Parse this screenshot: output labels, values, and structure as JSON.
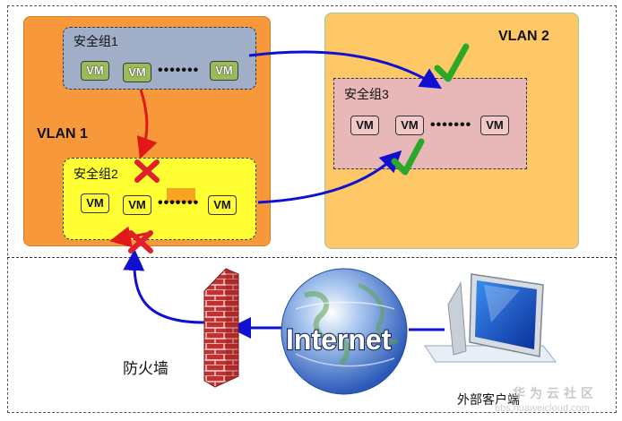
{
  "vlan1": {
    "label": "VLAN 1"
  },
  "vlan2": {
    "label": "VLAN 2"
  },
  "groups": {
    "sg1": {
      "label": "安全组1"
    },
    "sg2": {
      "label": "安全组2"
    },
    "sg3": {
      "label": "安全组3"
    }
  },
  "vm_label": "VM",
  "dots": "•••••••",
  "firewall": {
    "label": "防火墙"
  },
  "internet": {
    "label": "Internet"
  },
  "client": {
    "label": "外部客户端"
  },
  "watermark": {
    "text": "华为云社区",
    "url": "bbs.huaweicloud.com"
  },
  "colors": {
    "vlan1_fill": "#f7993a",
    "vlan2_fill": "#ffc866",
    "sg1_fill": "#a0aec8",
    "sg2_fill": "#ffff33",
    "sg3_fill": "#e8b8b8",
    "allow_arrow": "#1010d0",
    "deny_arrow": "#e01818",
    "check": "#2aa82a",
    "cross": "#e0202a"
  }
}
